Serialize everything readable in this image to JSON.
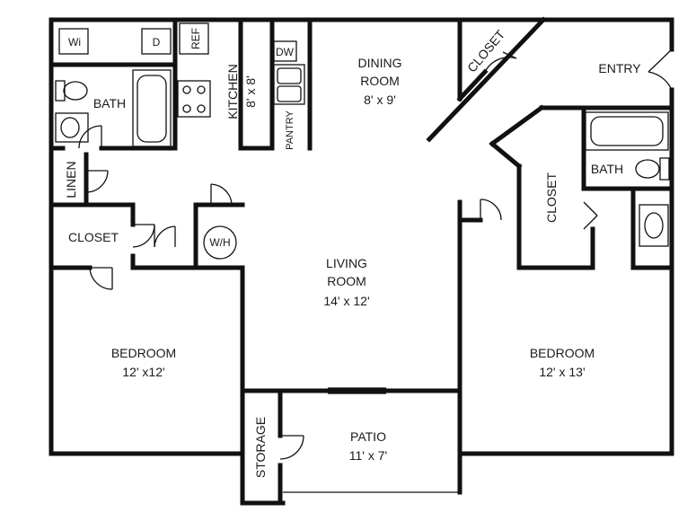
{
  "rooms": {
    "dining": {
      "name_line1": "DINING",
      "name_line2": "ROOM",
      "size": "8' x 9'"
    },
    "kitchen": {
      "name": "KITCHEN",
      "size": "8' x 8'"
    },
    "living": {
      "name_line1": "LIVING",
      "name_line2": "ROOM",
      "size": "14' x 12'"
    },
    "bedroom_left": {
      "name": "BEDROOM",
      "size": "12' x12'"
    },
    "bedroom_right": {
      "name": "BEDROOM",
      "size": "12' x 13'"
    },
    "patio": {
      "name": "PATIO",
      "size": "11' x 7'"
    },
    "bath_left": {
      "name": "BATH"
    },
    "bath_right": {
      "name": "BATH"
    },
    "closet_top": {
      "name": "CLOSET"
    },
    "closet_left": {
      "name": "CLOSET"
    },
    "closet_right": {
      "name": "CLOSET"
    },
    "linen": {
      "name": "LINEN"
    },
    "storage": {
      "name": "STORAGE"
    },
    "entry": {
      "name": "ENTRY"
    }
  },
  "fixtures": {
    "washer": "Wi",
    "dryer": "D",
    "refrigerator": "REF",
    "dishwasher": "DW",
    "pantry": "PANTRY",
    "water_heater": "W/H"
  },
  "colors": {
    "wall": "#111111",
    "background": "#ffffff"
  }
}
